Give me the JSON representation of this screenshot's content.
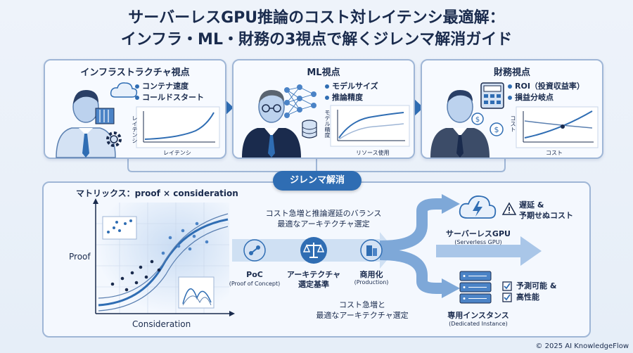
{
  "title": {
    "line1": "サーバーレスGPU推論のコスト対レイテンシ最適解：",
    "line2": "インフラ・ML・財務の3視点で解くジレンマ解消ガイド"
  },
  "panels": {
    "infra": {
      "title": "インフラストラクチャ視点",
      "bullets": [
        "コンテナ速度",
        "コールドスタート"
      ],
      "y_axis": "レイテンシ",
      "x_axis": "レイテンシ"
    },
    "ml": {
      "title": "ML視点",
      "bullets": [
        "モデルサイズ",
        "推論精度"
      ],
      "y_axis": "モデル精度",
      "x_axis": "リソース使用"
    },
    "finance": {
      "title": "財務視点",
      "bullets": [
        "ROI（投資収益率）",
        "損益分岐点"
      ],
      "y_axis": "コスト",
      "x_axis": "コスト"
    }
  },
  "banner": "ジレンマ解消",
  "matrix": {
    "title": "マトリックス：proof × consideration",
    "y_label": "Proof",
    "x_label": "Consideration"
  },
  "flow": {
    "top_note_line1": "コスト急増と推論遅延のバランス",
    "top_note_line2": "最適なアーキテクチャ選定",
    "poc_label": "PoC",
    "poc_sub": "(Proof of Concept)",
    "arch_label_line1": "アーキテクチャ",
    "arch_label_line2": "選定基準",
    "prod_label": "商用化",
    "prod_sub": "(Production)",
    "bottom_note_line1": "コスト急増と",
    "bottom_note_line2": "最適なアーキテクチャ選定"
  },
  "options": {
    "serverless": {
      "label": "サーバーレスGPU",
      "sub": "(Serverless GPU)",
      "warn_line1": "遅延 &",
      "warn_line2": "予期せぬコスト"
    },
    "dedicated": {
      "label": "専用インスタンス",
      "sub": "(Dedicated Instance)",
      "check_line1": "予測可能 &",
      "check_line2": "高性能"
    }
  },
  "copyright": "© 2025 AI KnowledgeFlow",
  "colors": {
    "primary": "#2f6db3",
    "dark": "#1a2b4d",
    "panel_border": "#9fb6d6",
    "arrow": "#6f9fd6"
  }
}
